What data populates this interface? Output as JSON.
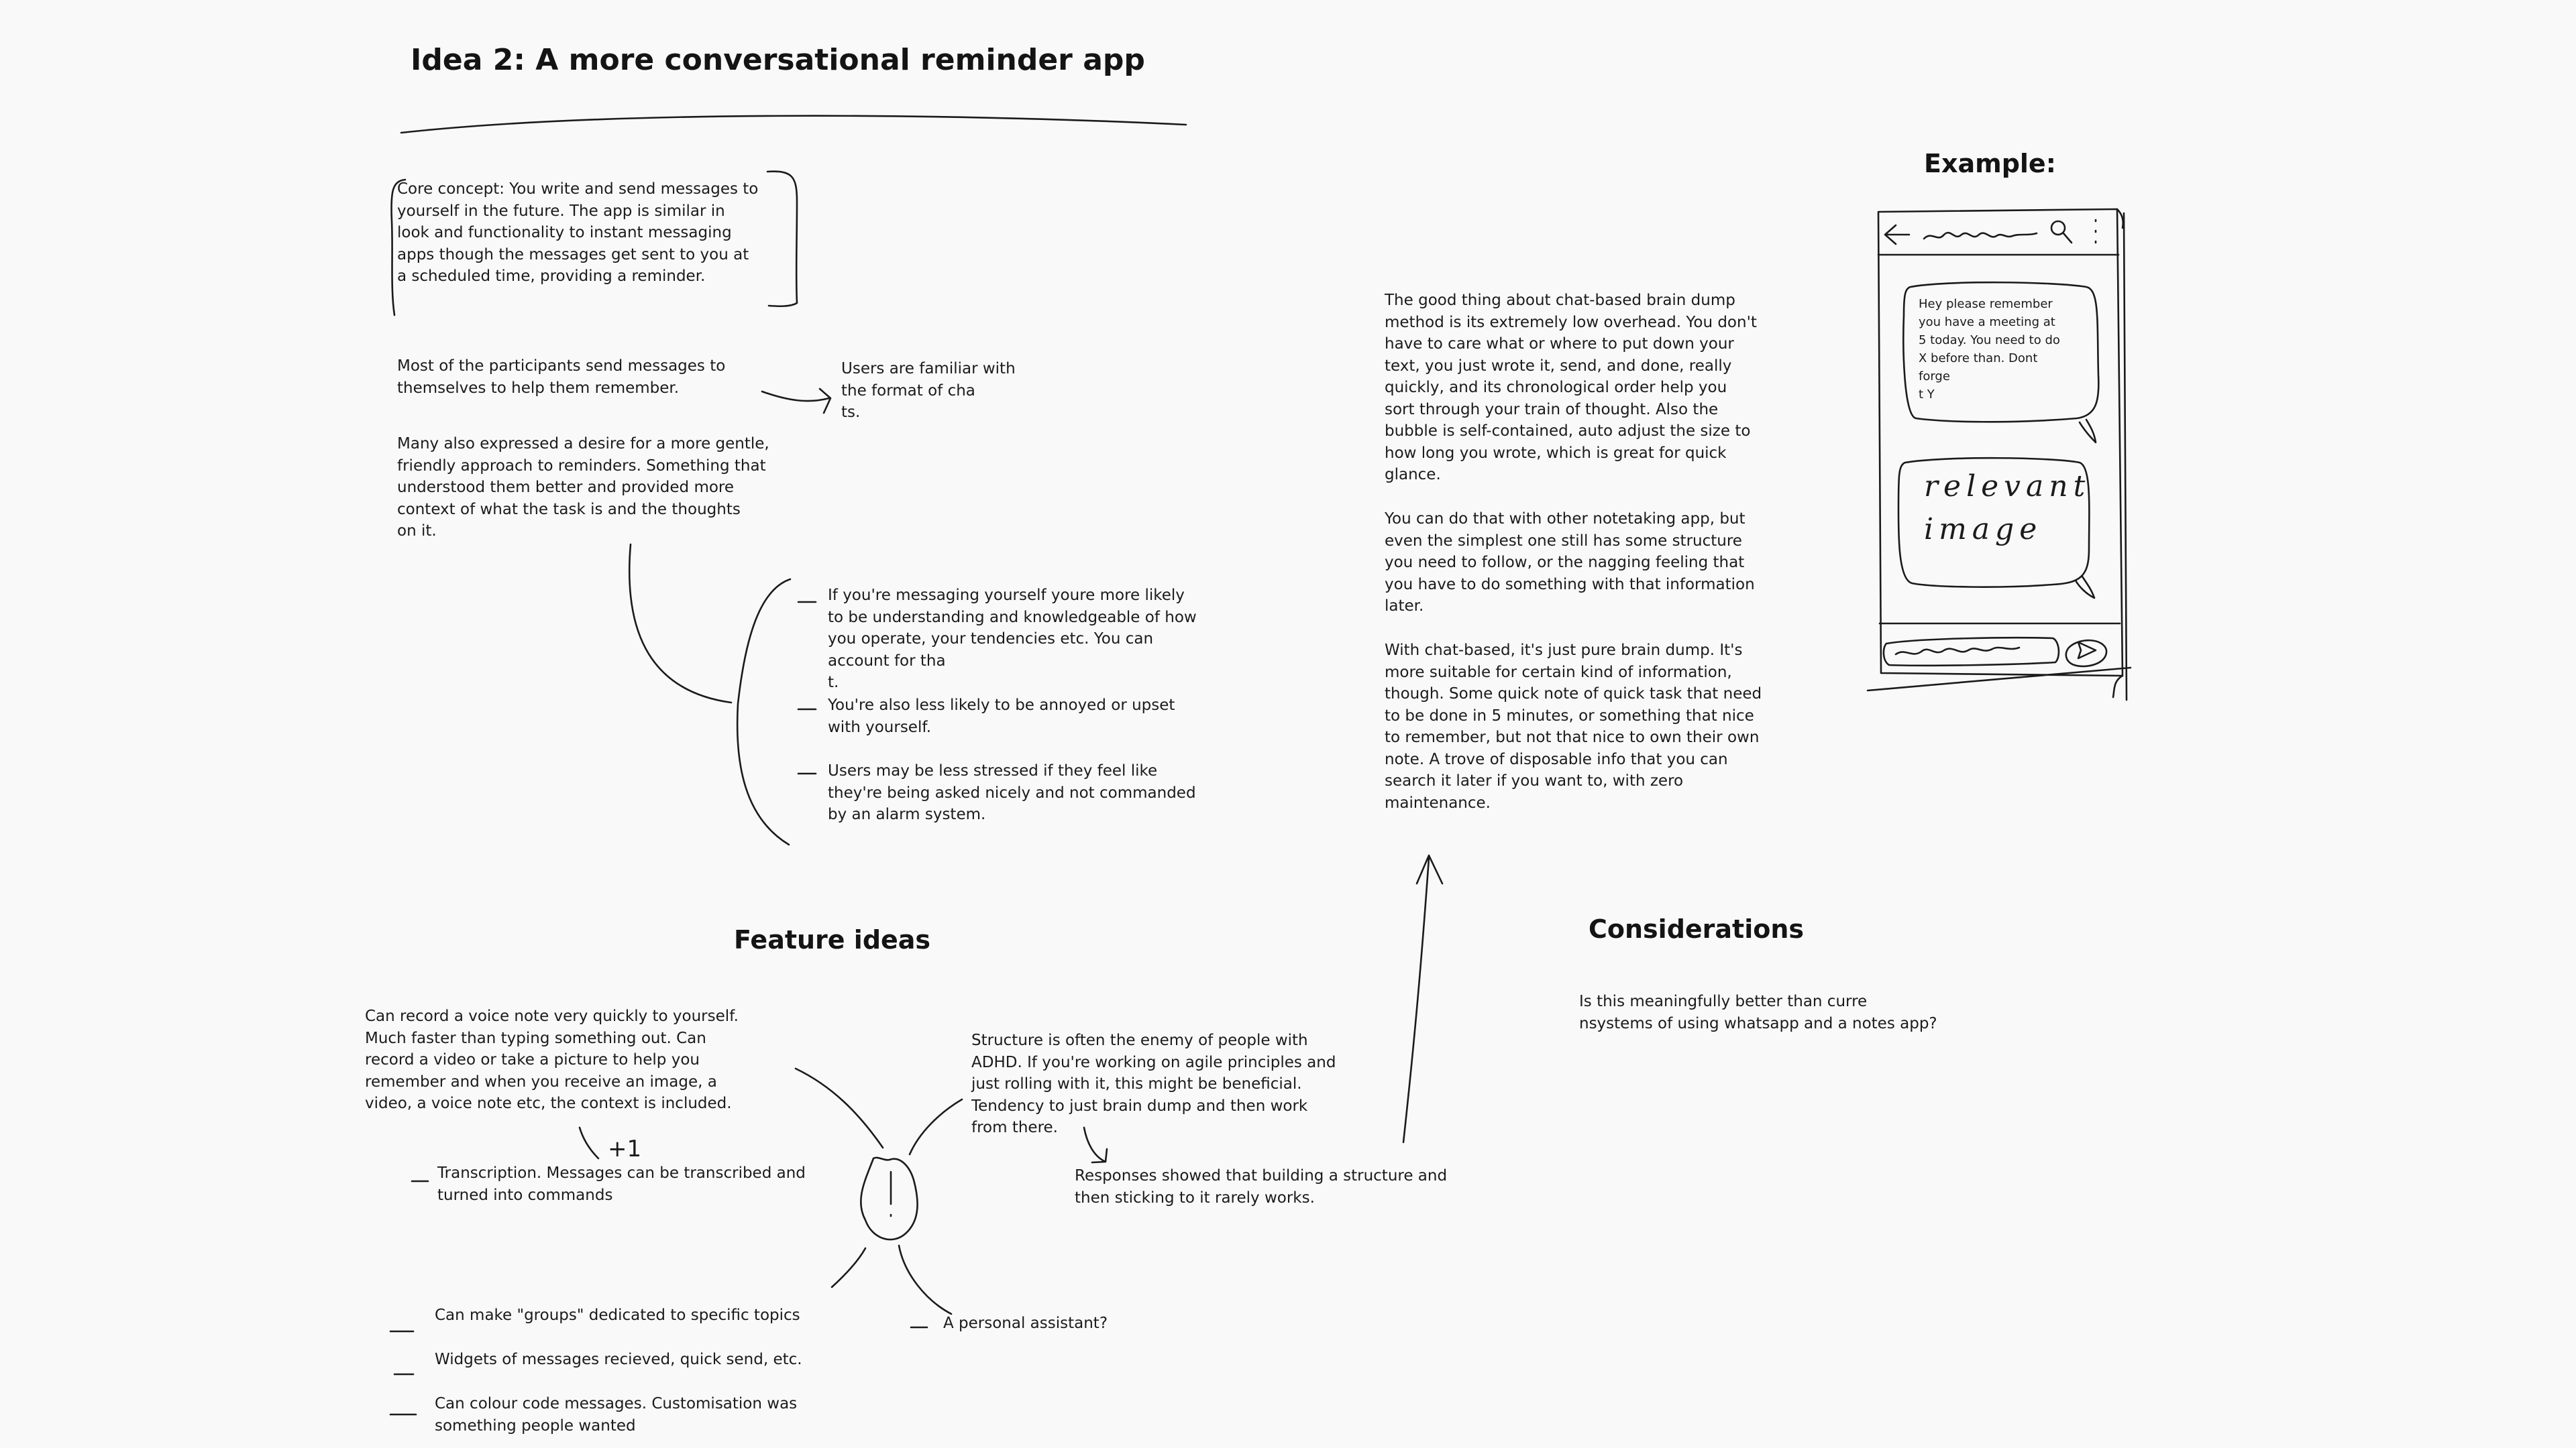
{
  "title": "Idea 2: A more conversational reminder app",
  "core_concept": "Core concept: You write and send messages to\nyourself in the future. The app is similar in\nlook and functionality to instant messaging\napps though the messages get sent to you at\na scheduled time, providing a reminder.",
  "research": {
    "send_to_self": "Most of the participants send messages to\nthemselves to help them remember.",
    "familiar": "Users are familiar with\nthe format of cha\nts.",
    "gentle": "Many also expressed a desire for a more gentle,\nfriendly approach to reminders. Something that\nunderstood them better and provided more\ncontext of what the task is and the thoughts\non it.",
    "points": [
      "If you're messaging yourself youre more likely\nto be understanding and knowledgeable of how\nyou operate, your tendencies etc. You can\naccount for tha\nt.",
      "You're also less likely to be annoyed or upset\nwith yourself.",
      "Users may be less stressed if they feel like\nthey're being asked nicely and not commanded\nby an alarm system."
    ]
  },
  "brain_dump": {
    "para1": "The good thing about chat-based brain dump\nmethod is its extremely low overhead. You don't\nhave to care what or where to put down your\ntext, you just wrote it, send, and done, really\nquickly, and its chronological order help you\nsort through your train of thought. Also the\nbubble is self-contained, auto adjust the size to\nhow long you wrote, which is great for quick\nglance.",
    "para2": "You can do that with other notetaking app, but\neven the simplest one still has some structure\nyou need to follow, or the nagging feeling that\nyou have to do something with that information\nlater.",
    "para3": "With chat-based, it's just pure brain dump. It's\nmore suitable for certain kind of information,\nthough. Some quick note of quick task that need\nto be done in 5 minutes, or something that nice\nto remember, but not that nice to own their own\nnote. A trove of disposable info that you can\nsearch it later if you want to, with zero\nmaintenance."
  },
  "example": {
    "heading": "Example:",
    "bubble_text": "Hey please remember\nyou have a meeting at\n5 today. You need to do\nX before than. Dont\nforge\nt Y",
    "image_label_line1": "relevant",
    "image_label_line2": "image"
  },
  "feature_ideas": {
    "heading": "Feature ideas",
    "voice_note": "Can record a voice note very quickly to yourself.\nMuch faster than typing something out. Can\nrecord a video or take a picture to help you\nremember and when you receive an image, a\nvideo, a voice note etc, the context is included.",
    "plus_one": "+1",
    "transcription": "Transcription. Messages can be transcribed and\nturned into commands",
    "structure": "Structure is often the enemy of people with\nADHD. If you're working on agile principles and\njust rolling with it, this might be beneficial.\nTendency to just brain dump and then work\nfrom there.",
    "responses": "Responses showed that building a structure and\nthen sticking to it rarely works.",
    "assistant": "A personal assistant?",
    "groups": "Can make \"groups\" dedicated to specific topics",
    "widgets": "Widgets of messages recieved, quick send, etc.",
    "colour": "Can colour code messages. Customisation was\nsomething people wanted"
  },
  "considerations": {
    "heading": "Considerations",
    "question": "Is this meaningfully better than curre\nnsystems of using whatsapp and a notes app?"
  },
  "colors": {
    "background": "#f9f9f9",
    "ink": "#1b1b1b"
  }
}
